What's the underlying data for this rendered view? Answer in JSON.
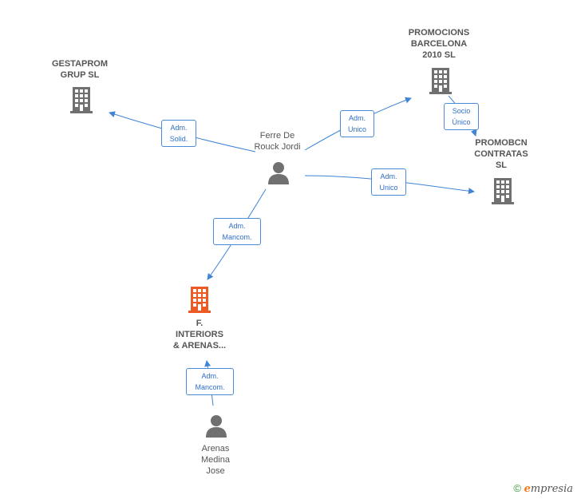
{
  "colors": {
    "edge": "#3f84d6",
    "building_gray": "#707070",
    "building_focus": "#ee5a24",
    "person_gray": "#707070"
  },
  "nodes": {
    "gestaprom": {
      "label": "GESTAPROM\nGRUP  SL",
      "type": "company",
      "icon": "building-icon"
    },
    "promocions": {
      "label": "PROMOCIONS\nBARCELONA\n2010  SL",
      "type": "company",
      "icon": "building-icon"
    },
    "promobcn": {
      "label": "PROMOBCN\nCONTRATAS\nSL",
      "type": "company",
      "icon": "building-icon"
    },
    "finteriors": {
      "label": "F.\nINTERIORS\n& ARENAS...",
      "type": "company-focus",
      "icon": "building-icon"
    },
    "ferre": {
      "label": "Ferre De\nRouck Jordi",
      "type": "person",
      "icon": "person-icon"
    },
    "arenas": {
      "label": "Arenas\nMedina\nJose",
      "type": "person",
      "icon": "person-icon"
    }
  },
  "relations": {
    "ferre_gestaprom": "Adm.\nSolid.",
    "ferre_promocions": "Adm.\nUnico",
    "promocions_promobcn": "Socio\nÚnico",
    "ferre_promobcn": "Adm.\nUnico",
    "ferre_finteriors": "Adm.\nMancom.",
    "arenas_finteriors": "Adm.\nMancom."
  },
  "footer": {
    "copyright_symbol": "©",
    "brand_initial": "e",
    "brand_rest": "mpresia"
  }
}
